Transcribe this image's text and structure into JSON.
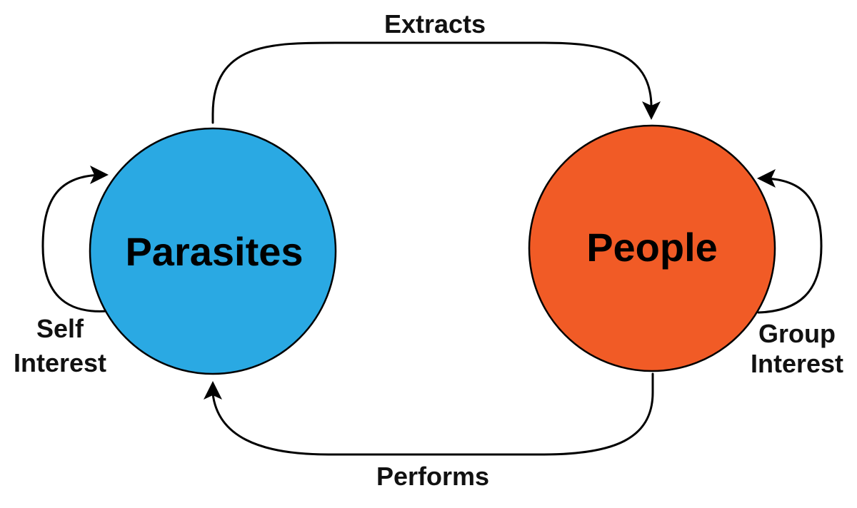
{
  "nodes": {
    "parasites": {
      "label": "Parasites",
      "color": "#2AA9E3"
    },
    "people": {
      "label": "People",
      "color": "#F15B26"
    }
  },
  "edges": {
    "extracts": {
      "label": "Extracts"
    },
    "performs": {
      "label": "Performs"
    },
    "self_interest": {
      "label_line1": "Self",
      "label_line2": "Interest"
    },
    "group_interest": {
      "label_line1": "Group",
      "label_line2": "Interest"
    }
  }
}
